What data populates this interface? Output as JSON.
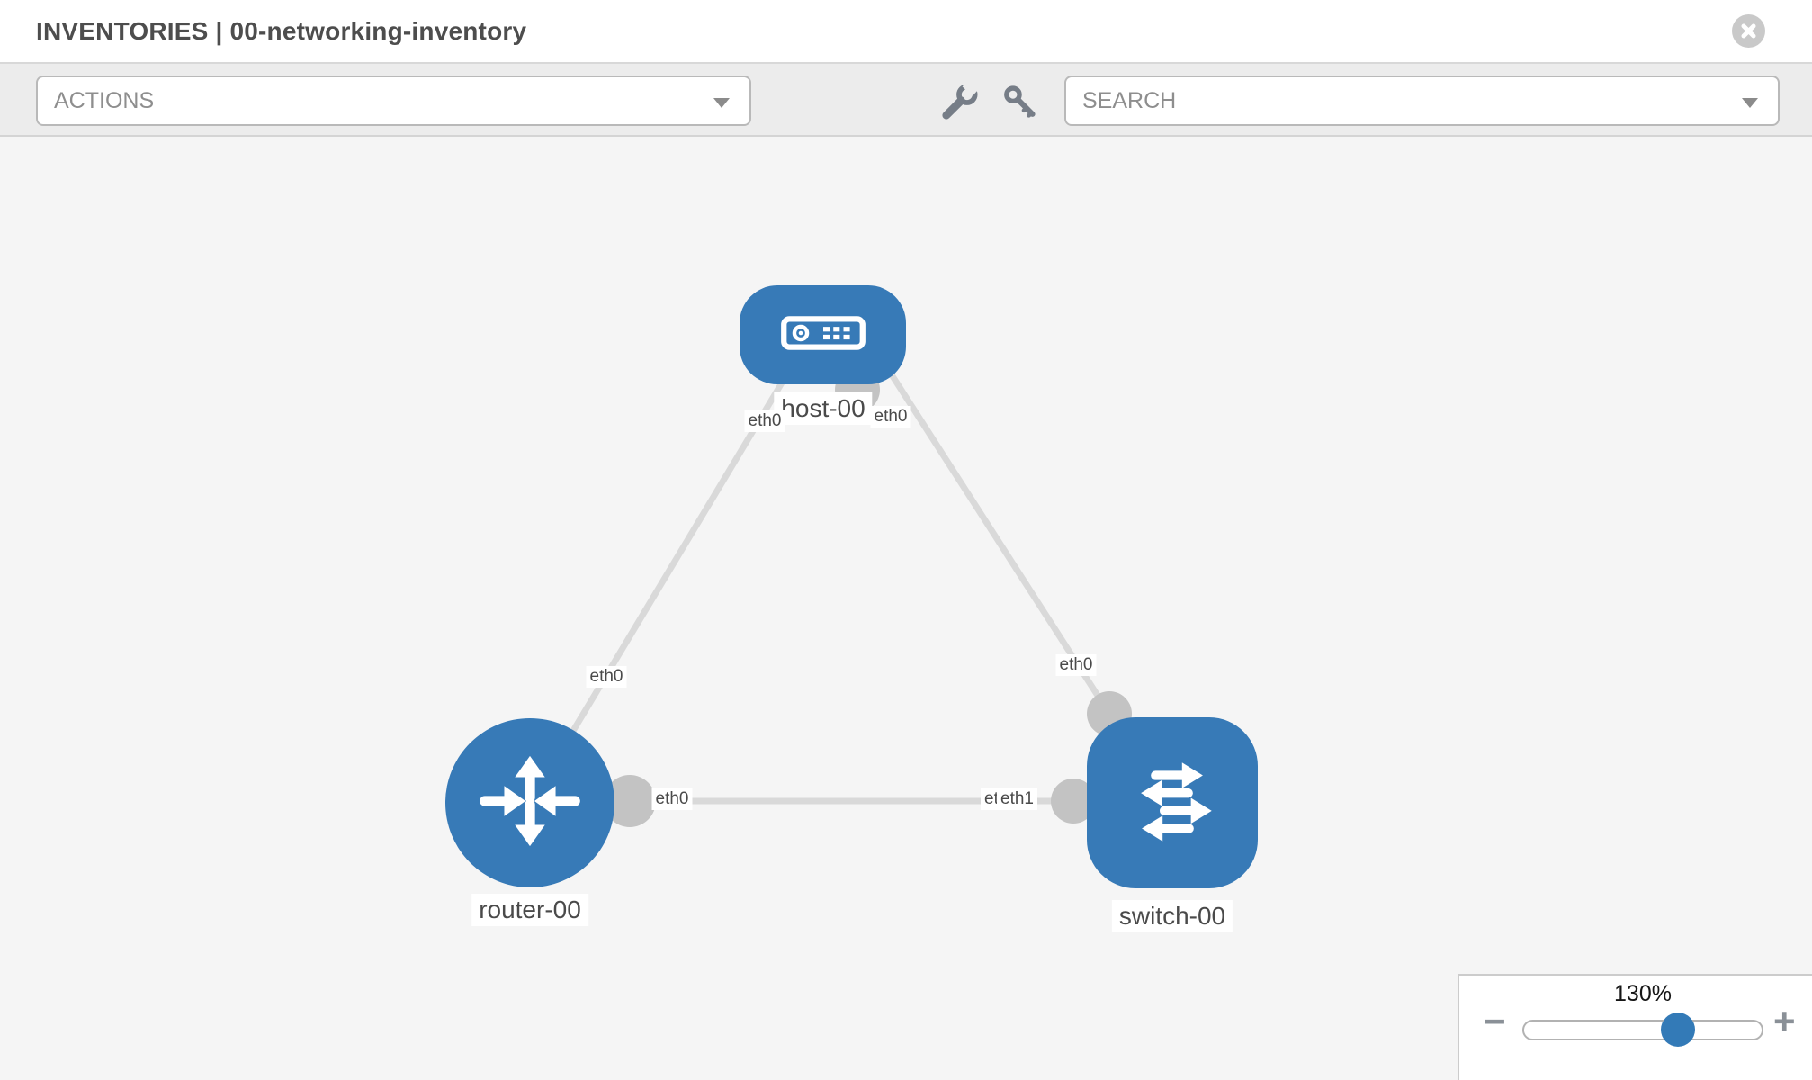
{
  "header": {
    "title": "INVENTORIES | 00-networking-inventory"
  },
  "toolbar": {
    "actions_label": "ACTIONS",
    "search_label": "SEARCH",
    "icon_names": [
      "wrench-icon",
      "key-icon"
    ]
  },
  "topology": {
    "nodes": [
      {
        "id": "host-00",
        "type": "host",
        "label": "host-00"
      },
      {
        "id": "router-00",
        "type": "router",
        "label": "router-00"
      },
      {
        "id": "switch-00",
        "type": "switch",
        "label": "switch-00"
      }
    ],
    "links": [
      {
        "from": "host-00",
        "from_port": "eth0",
        "to": "router-00",
        "to_port": "eth0"
      },
      {
        "from": "host-00",
        "from_port": "eth0",
        "to": "switch-00",
        "to_port": "eth0"
      },
      {
        "from": "router-00",
        "from_port": "eth0",
        "to": "switch-00",
        "to_port": "eth1"
      }
    ],
    "port_labels": {
      "host_left": "eth0",
      "host_right": "eth0",
      "router_uplink": "eth0",
      "switch_uplink": "eth0",
      "router_right": "eth0",
      "switch_left_back": "eth0",
      "switch_left_front": "eth1"
    }
  },
  "zoom_control": {
    "value": "130%",
    "minus_label": "−",
    "plus_label": "+"
  },
  "colors": {
    "node_blue": "#377ab7",
    "thumb_blue": "#337ab7",
    "link_gray": "#d9d9d9",
    "port_gray": "#c3c3c3",
    "icon_slate": "#767d87",
    "toolbar_bg": "#ececec",
    "canvas_bg": "#f5f5f5"
  }
}
